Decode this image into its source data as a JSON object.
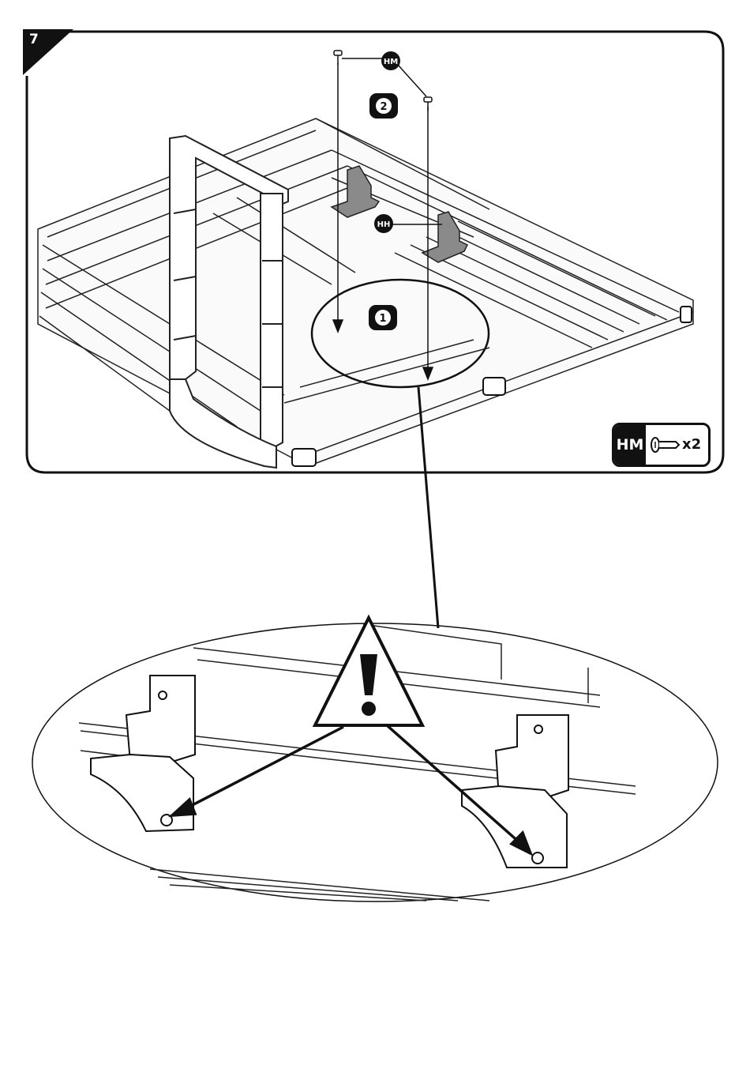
{
  "step": {
    "number": "7"
  },
  "callouts": {
    "screw_label": "HM",
    "bracket_label": "HH",
    "sequence_1": "1",
    "sequence_2": "2"
  },
  "parts": {
    "code": "HM",
    "item_icon": "screw-icon",
    "quantity": "x2"
  },
  "warning": {
    "icon": "exclamation-warning-icon"
  }
}
